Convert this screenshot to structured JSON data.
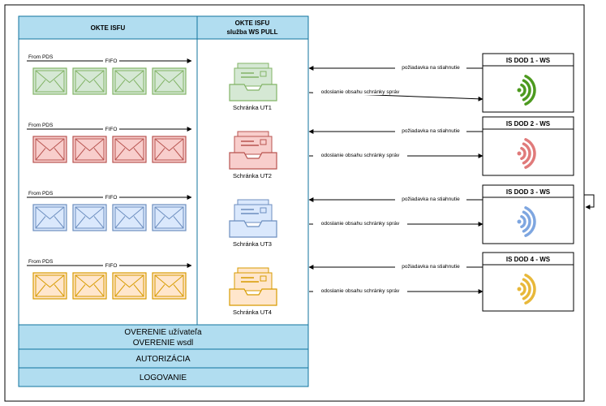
{
  "okte_header": "OKTE ISFU",
  "pull_header_line1": "OKTE ISFU",
  "pull_header_line2": "služba WS PULL",
  "rows": [
    {
      "from": "From PDS",
      "fifo": "FIFO",
      "mailbox": "Schránka UT1",
      "dod": "IS DOD 1 - WS",
      "request": "požiadavka na stiahnutie",
      "send": "odoslanie obsahu schránky správ"
    },
    {
      "from": "From PDS",
      "fifo": "FIFO",
      "mailbox": "Schránka UT2",
      "dod": "IS DOD 2 - WS",
      "request": "požiadavka na stiahnutie",
      "send": "odoslanie obsahu schránky správ"
    },
    {
      "from": "From PDS",
      "fifo": "FIFO",
      "mailbox": "Schránka UT3",
      "dod": "IS DOD 3 - WS",
      "request": "požiadavka na stiahnutie",
      "send": "odoslanie obsahu schránky správ"
    },
    {
      "from": "From PDS",
      "fifo": "FIFO",
      "mailbox": "Schránka UT4",
      "dod": "IS DOD 4 - WS",
      "request": "požiadavka na stiahnutie",
      "send": "odoslanie obsahu schránky správ"
    }
  ],
  "bands": {
    "overenie_line1": "OVERENIE užívateľa",
    "overenie_line2": "OVERENIE wsdl",
    "autorizacia": "AUTORIZÁCIA",
    "logovanie": "LOGOVANIE"
  },
  "palette": [
    {
      "name": "green",
      "fill": "#d5e8d4",
      "stroke": "#82b366",
      "wifi": "#4d9a1f"
    },
    {
      "name": "red",
      "fill": "#f8cecc",
      "stroke": "#b85450",
      "wifi": "#e07a7a"
    },
    {
      "name": "blue",
      "fill": "#dae8fc",
      "stroke": "#6c8ebf",
      "wifi": "#7ea6e0"
    },
    {
      "name": "orange",
      "fill": "#ffe6cc",
      "stroke": "#d79b00",
      "wifi": "#e8b83a"
    }
  ],
  "accent_fill": "#b1ddf0",
  "accent_stroke": "#10739e"
}
